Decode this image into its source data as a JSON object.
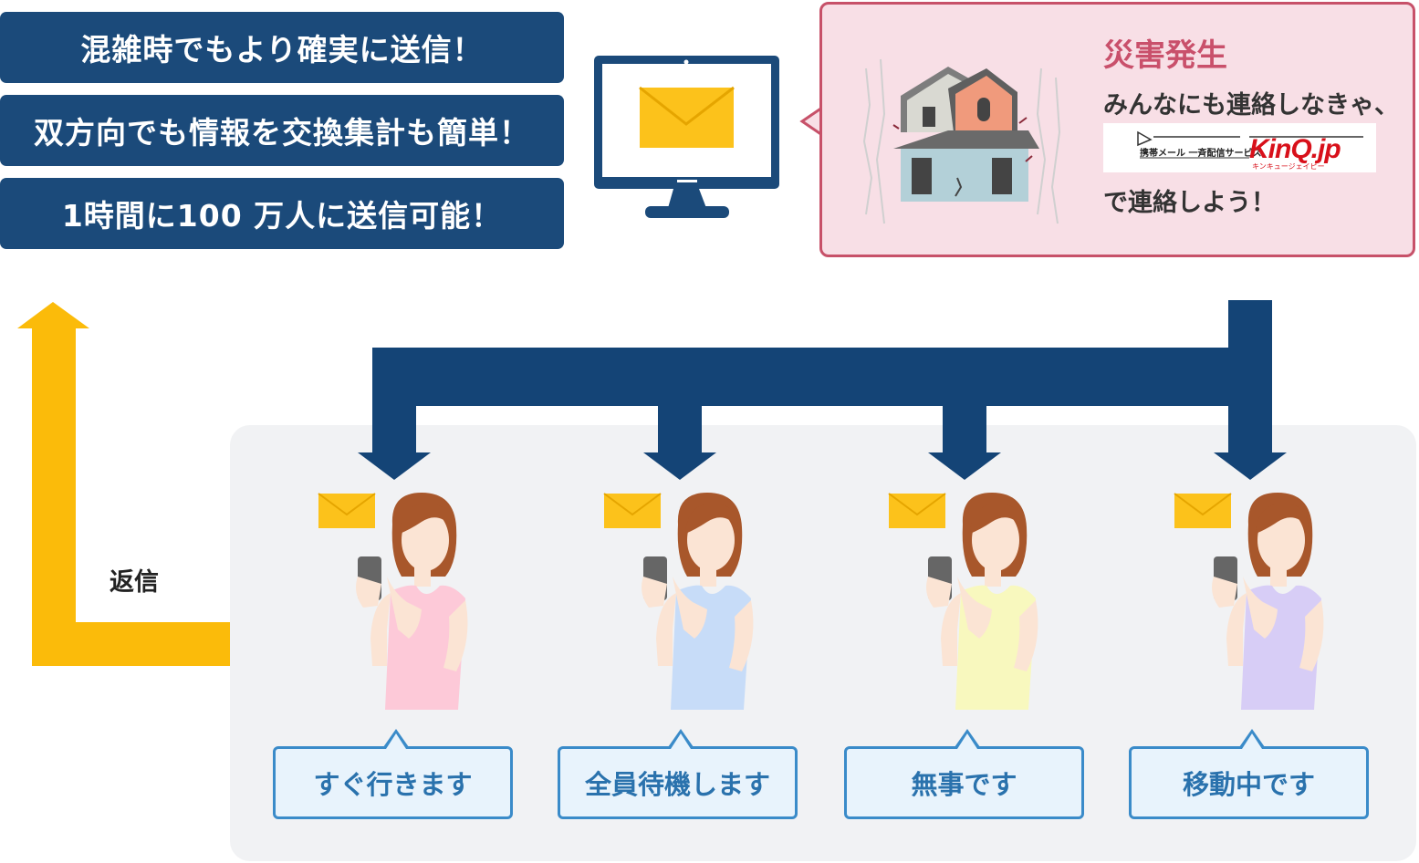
{
  "features": [
    "混雑時でもより確実に送信！",
    "双方向でも情報を交換集計も簡単！",
    "1時間に100 万人に送信可能！"
  ],
  "callout": {
    "title": "災害発生",
    "line1": "みんなにも連絡しなきゃ、",
    "line2": "で連絡しよう！",
    "logo": {
      "service": "携帯メール 一斉配信サービス",
      "brand": "KinQ.jp",
      "kana": "キンキュージェイピー"
    }
  },
  "reply_label": "返信",
  "responses": [
    "すぐ行きます",
    "全員待機します",
    "無事です",
    "移動中です"
  ],
  "colors": {
    "navy": "#1b4a7a",
    "arrow_navy": "#144476",
    "reply_arrow": "#fbbb0a",
    "callout_border": "#c75169",
    "callout_bg": "#f8dfe6",
    "response_border": "#3a8bc9",
    "response_text": "#2a72ad",
    "envelope": "#fcc21b",
    "shirts": [
      "#fdc9d8",
      "#c7dcf8",
      "#f8f8be",
      "#d7cdf6"
    ]
  },
  "icons": {
    "computer": "monitor-with-envelope-icon",
    "disaster": "damaged-house-icon",
    "person": "woman-with-phone-icon",
    "mail": "envelope-icon"
  }
}
